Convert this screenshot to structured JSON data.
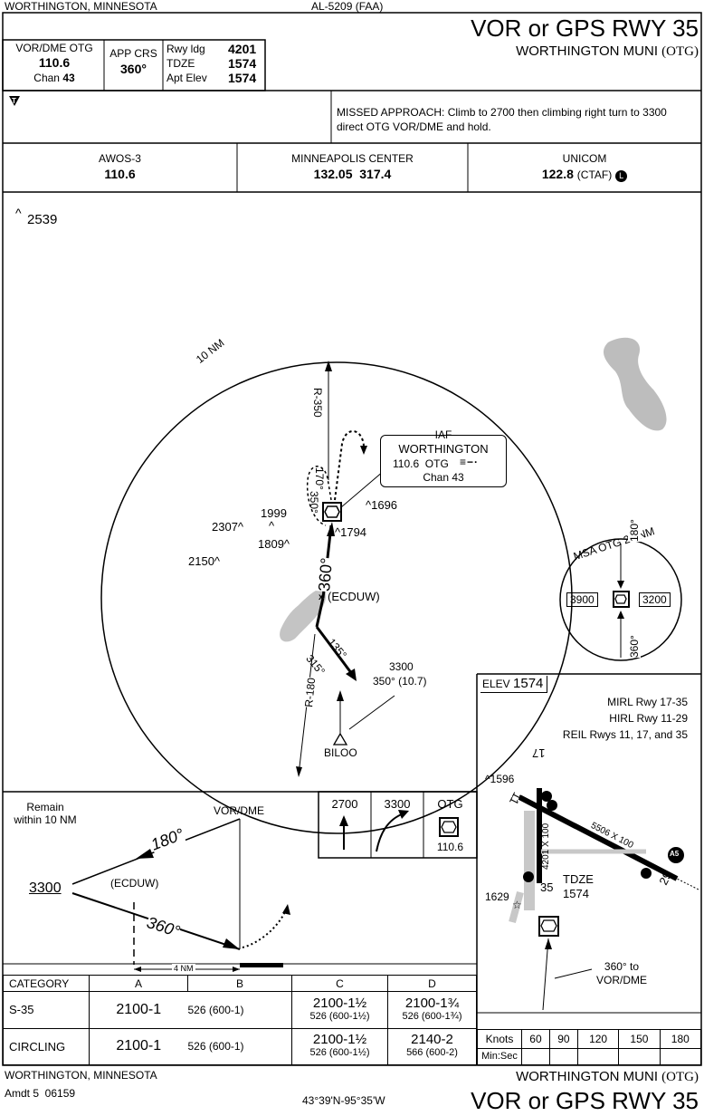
{
  "header": {
    "location": "WORTHINGTON, MINNESOTA",
    "chart_id": "AL-5209 (FAA)",
    "title": "VOR or GPS RWY 35",
    "airport": "WORTHINGTON MUNI",
    "airport_id": "(OTG)"
  },
  "briefing": {
    "vor_label": "VOR/DME OTG",
    "vor_freq": "110.6",
    "chan_label": "Chan",
    "chan_num": "43",
    "app_crs_label": "APP CRS",
    "app_crs": "360°",
    "rwy_ldg_label": "Rwy ldg",
    "rwy_ldg": "4201",
    "tdze_label": "TDZE",
    "tdze": "1574",
    "apt_elev_label": "Apt Elev",
    "apt_elev": "1574",
    "missed": "MISSED APPROACH: Climb to 2700 then climbing right turn to 3300 direct OTG VOR/DME and hold."
  },
  "comms": {
    "awos_label": "AWOS-3",
    "awos_freq": "110.6",
    "center_label": "MINNEAPOLIS CENTER",
    "center_freq": "132.05  317.4",
    "unicom_label": "UNICOM",
    "unicom_freq": "122.8",
    "unicom_note": "(CTAF)",
    "l_symbol": "L"
  },
  "planview": {
    "elev_2539": "2539",
    "ring_label": "10 NM",
    "r350": "R-350",
    "r180": "R-180",
    "iaf": "IAF",
    "iaf_name": "WORTHINGTON",
    "iaf_freq": "110.6  OTG",
    "iaf_chan": "Chan 43",
    "hold_170": "170°",
    "hold_350": "350°",
    "e1696": "1696",
    "e1999": "1999",
    "e2307": "2307",
    "e1809": "1809",
    "e1794": "1794",
    "e2150": "2150",
    "crs360": "360°",
    "ecduw": "(ECDUW)",
    "crs135": "135°",
    "crs315": "315°",
    "feeder_alt": "3300",
    "feeder_crs": "350° (10.7)",
    "biloo": "BILOO"
  },
  "msa": {
    "label": "MSA OTG 25 NM",
    "west": "3900",
    "east": "3200",
    "n_bearing": "180°",
    "s_bearing": "360°"
  },
  "airport_sketch": {
    "elev_label": "ELEV",
    "elev": "1574",
    "light1": "MIRL Rwy 17-35",
    "light2": "HIRL Rwy 11-29",
    "light3": "REIL Rwys 11, 17, and 35",
    "e1596": "1596",
    "rwy17": "17",
    "rwy11": "11",
    "rwy35": "35",
    "rwy29": "29",
    "dim1": "5506 X 100",
    "dim2": "4201 X 100",
    "tdze_label": "TDZE",
    "tdze": "1574",
    "e1629": "1629",
    "to_vor1": "360° to",
    "to_vor2": "VOR/DME",
    "a5": "A5"
  },
  "profile": {
    "remain1": "Remain",
    "remain2": "within 10 NM",
    "vordme": "VOR/DME",
    "crs180": "180°",
    "crs360": "360°",
    "alt3300": "3300",
    "ecduw": "(ECDUW)",
    "dist": "4 NM",
    "ma1": "2700",
    "ma2": "3300",
    "ma3": "OTG",
    "ma3_freq": "110.6"
  },
  "minimums": {
    "headers": [
      "CATEGORY",
      "A",
      "B",
      "C",
      "D"
    ],
    "s35_label": "S-35",
    "s35_ab": "2100-1",
    "s35_ab_sub": "526 (600-1)",
    "s35_c": "2100-1½",
    "s35_c_sub": "526 (600-1½)",
    "s35_d": "2100-1¾",
    "s35_d_sub": "526 (600-1¾)",
    "circ_label": "CIRCLING",
    "circ_ab": "2100-1",
    "circ_ab_sub": "526 (600-1)",
    "circ_c": "2100-1½",
    "circ_c_sub": "526 (600-1½)",
    "circ_d": "2140-2",
    "circ_d_sub": "566 (600-2)"
  },
  "timing": {
    "knots": "Knots",
    "minsec": "Min:Sec",
    "speeds": [
      "60",
      "90",
      "120",
      "150",
      "180"
    ]
  },
  "footer": {
    "location": "WORTHINGTON, MINNESOTA",
    "amdt": "Amdt 5  06159",
    "coords": "43°39'N-95°35'W",
    "airport": "WORTHINGTON MUNI",
    "airport_id": "(OTG)",
    "title": "VOR or GPS RWY 35"
  }
}
